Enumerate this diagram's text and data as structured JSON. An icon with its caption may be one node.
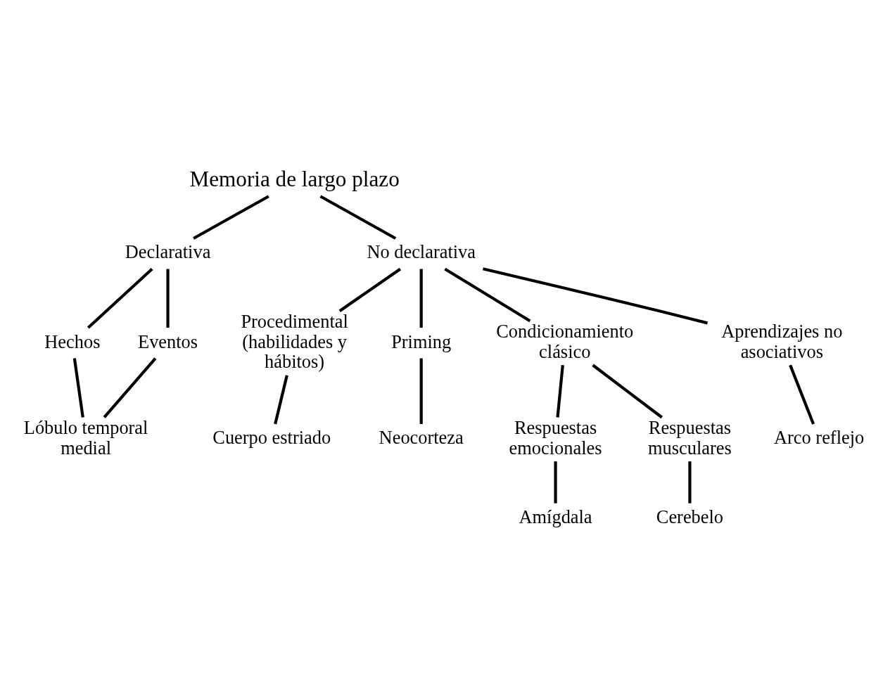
{
  "diagram": {
    "nodes": [
      {
        "text": [
          "Memoria de largo plazo"
        ]
      },
      {
        "text": [
          "Declarativa"
        ]
      },
      {
        "text": [
          "No declarativa"
        ]
      },
      {
        "text": [
          "Hechos"
        ]
      },
      {
        "text": [
          "Eventos"
        ]
      },
      {
        "text": [
          "Procedimental (habilidades y hábitos)"
        ]
      },
      {
        "text": [
          "Priming"
        ]
      },
      {
        "text": [
          "Condicionamiento clásico"
        ]
      },
      {
        "text": [
          "Aprendizajes no asociativos"
        ]
      },
      {
        "text": [
          "Respuestas emocionales"
        ]
      },
      {
        "text": [
          "Respuestas musculares"
        ]
      },
      {
        "text": [
          "Lóbulo temporal medial"
        ]
      },
      {
        "text": [
          "Cuerpo estriado"
        ]
      },
      {
        "text": [
          "Neocorteza"
        ]
      },
      {
        "text": [
          "Amígdala"
        ]
      },
      {
        "text": [
          "Cerebelo"
        ]
      },
      {
        "text": [
          "Arco reflejo"
        ]
      }
    ],
    "edges": [
      {
        "from": 0,
        "to": 1,
        "arrow": "none"
      },
      {
        "from": 0,
        "to": 2,
        "arrow": "none"
      },
      {
        "from": 1,
        "to": 3,
        "arrow": "none"
      },
      {
        "from": 1,
        "to": 4,
        "arrow": "none"
      },
      {
        "from": 3,
        "to": 11,
        "arrow": "none"
      },
      {
        "from": 4,
        "to": 11,
        "arrow": "none"
      },
      {
        "from": 2,
        "to": 5,
        "arrow": "none"
      },
      {
        "from": 2,
        "to": 6,
        "arrow": "none"
      },
      {
        "from": 2,
        "to": 7,
        "arrow": "none"
      },
      {
        "from": 2,
        "to": 8,
        "arrow": "none"
      },
      {
        "from": 5,
        "to": 12,
        "arrow": "none"
      },
      {
        "from": 6,
        "to": 13,
        "arrow": "none"
      },
      {
        "from": 7,
        "to": 9,
        "arrow": "none"
      },
      {
        "from": 7,
        "to": 10,
        "arrow": "none"
      },
      {
        "from": 9,
        "to": 14,
        "arrow": "none"
      },
      {
        "from": 10,
        "to": 15,
        "arrow": "none"
      },
      {
        "from": 8,
        "to": 16,
        "arrow": "none"
      }
    ]
  }
}
